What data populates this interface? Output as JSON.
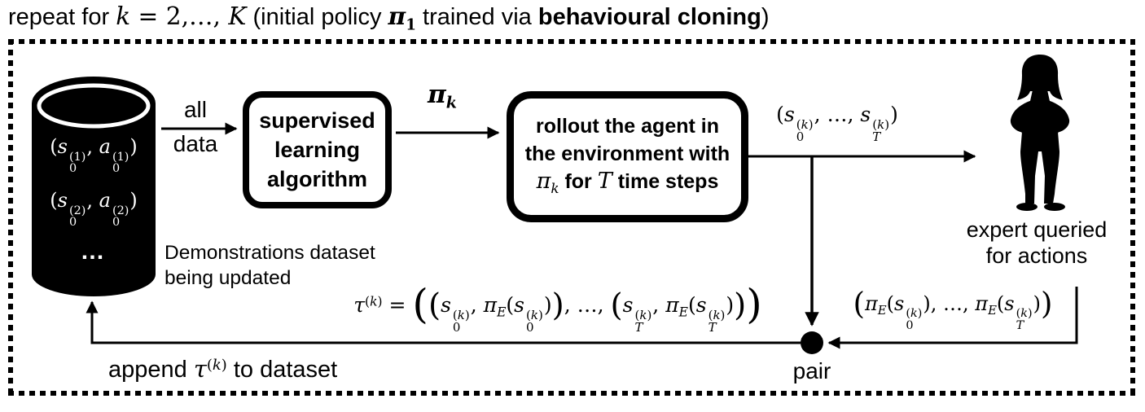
{
  "title": {
    "segments": [
      {
        "t": "repeat for "
      },
      {
        "m": "k = 2,…, K"
      },
      {
        "t": " (initial policy "
      },
      {
        "mb": "π_{1}"
      },
      {
        "t": " trained via "
      },
      {
        "b": "behavioural cloning"
      },
      {
        "t": ")"
      }
    ]
  },
  "dataset": {
    "rows": [
      "(s_{0}^{(1)}, a_{0}^{(1)})",
      "(s_{0}^{(2)}, a_{0}^{(2)})"
    ],
    "ellipsis": "…",
    "caption_line1": "Demonstrations dataset",
    "caption_line2": "being updated"
  },
  "arrows": {
    "all_data_line1": "all",
    "all_data_line2": "data",
    "policy_label": "π_{k}",
    "states_label": "(s_{0}^{(k)}, …, s_{T}^{(k)})",
    "expert_actions_label": "❨π_{E}(s_{0}^{(k)}), …, π_{E}(s_{T}^{(k)})❩",
    "append_segments": [
      {
        "t": "append "
      },
      {
        "m": "τ^{(k)}"
      },
      {
        "t": " to dataset"
      }
    ]
  },
  "boxes": {
    "supervised": {
      "lines": [
        "supervised",
        "learning",
        "algorithm"
      ]
    },
    "rollout": {
      "line1": [
        {
          "b": "rollout"
        },
        {
          "t": " the agent in"
        }
      ],
      "line2": [
        {
          "t": "the environment with"
        }
      ],
      "line3": [
        {
          "m": "π_{k}"
        },
        {
          "t": " for "
        },
        {
          "m": "T"
        },
        {
          "t": " time steps"
        }
      ]
    }
  },
  "expert": {
    "caption_line1": "expert queried",
    "caption_line2": "for actions"
  },
  "pair": {
    "label": "pair"
  },
  "formula": "τ^{(k)} = ⸨❨s_{0}^{(k)}, π_{E}(s_{0}^{(k)})❩, …, ❨s_{T}^{(k)}, π_{E}(s_{T}^{(k)})❩⸩",
  "colors": {
    "ink": "#000000",
    "background": "#ffffff"
  }
}
